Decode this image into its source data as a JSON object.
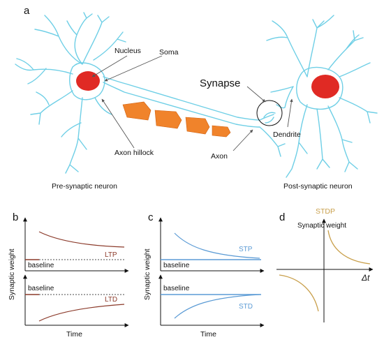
{
  "panel_a": {
    "letter": "a",
    "labels": {
      "nucleus": "Nucleus",
      "soma": "Soma",
      "synapse": "Synapse",
      "dendrite": "Dendrite",
      "axon_hillock": "Axon hillock",
      "axon": "Axon",
      "pre": "Pre-synaptic neuron",
      "post": "Post-synaptic neuron"
    },
    "colors": {
      "neuron_outline": "#6fcfe6",
      "nucleus": "#e02a24",
      "myelin": "#f0832b"
    }
  },
  "panel_b": {
    "letter": "b",
    "ylabel": "Synaptic weight",
    "xlabel": "Time",
    "top": {
      "curve_label": "LTP",
      "baseline_label": "baseline"
    },
    "bottom": {
      "curve_label": "LTD",
      "baseline_label": "baseline"
    },
    "color": "#8b3a2a"
  },
  "panel_c": {
    "letter": "c",
    "ylabel": "Synaptic weight",
    "xlabel": "Time",
    "top": {
      "curve_label": "STP",
      "baseline_label": "baseline"
    },
    "bottom": {
      "curve_label": "STD",
      "baseline_label": "baseline"
    },
    "color": "#5b9bd5"
  },
  "panel_d": {
    "letter": "d",
    "title": "STDP",
    "ylabel": "Synaptic weight",
    "xlabel": "Δt",
    "color": "#c9a04c"
  }
}
